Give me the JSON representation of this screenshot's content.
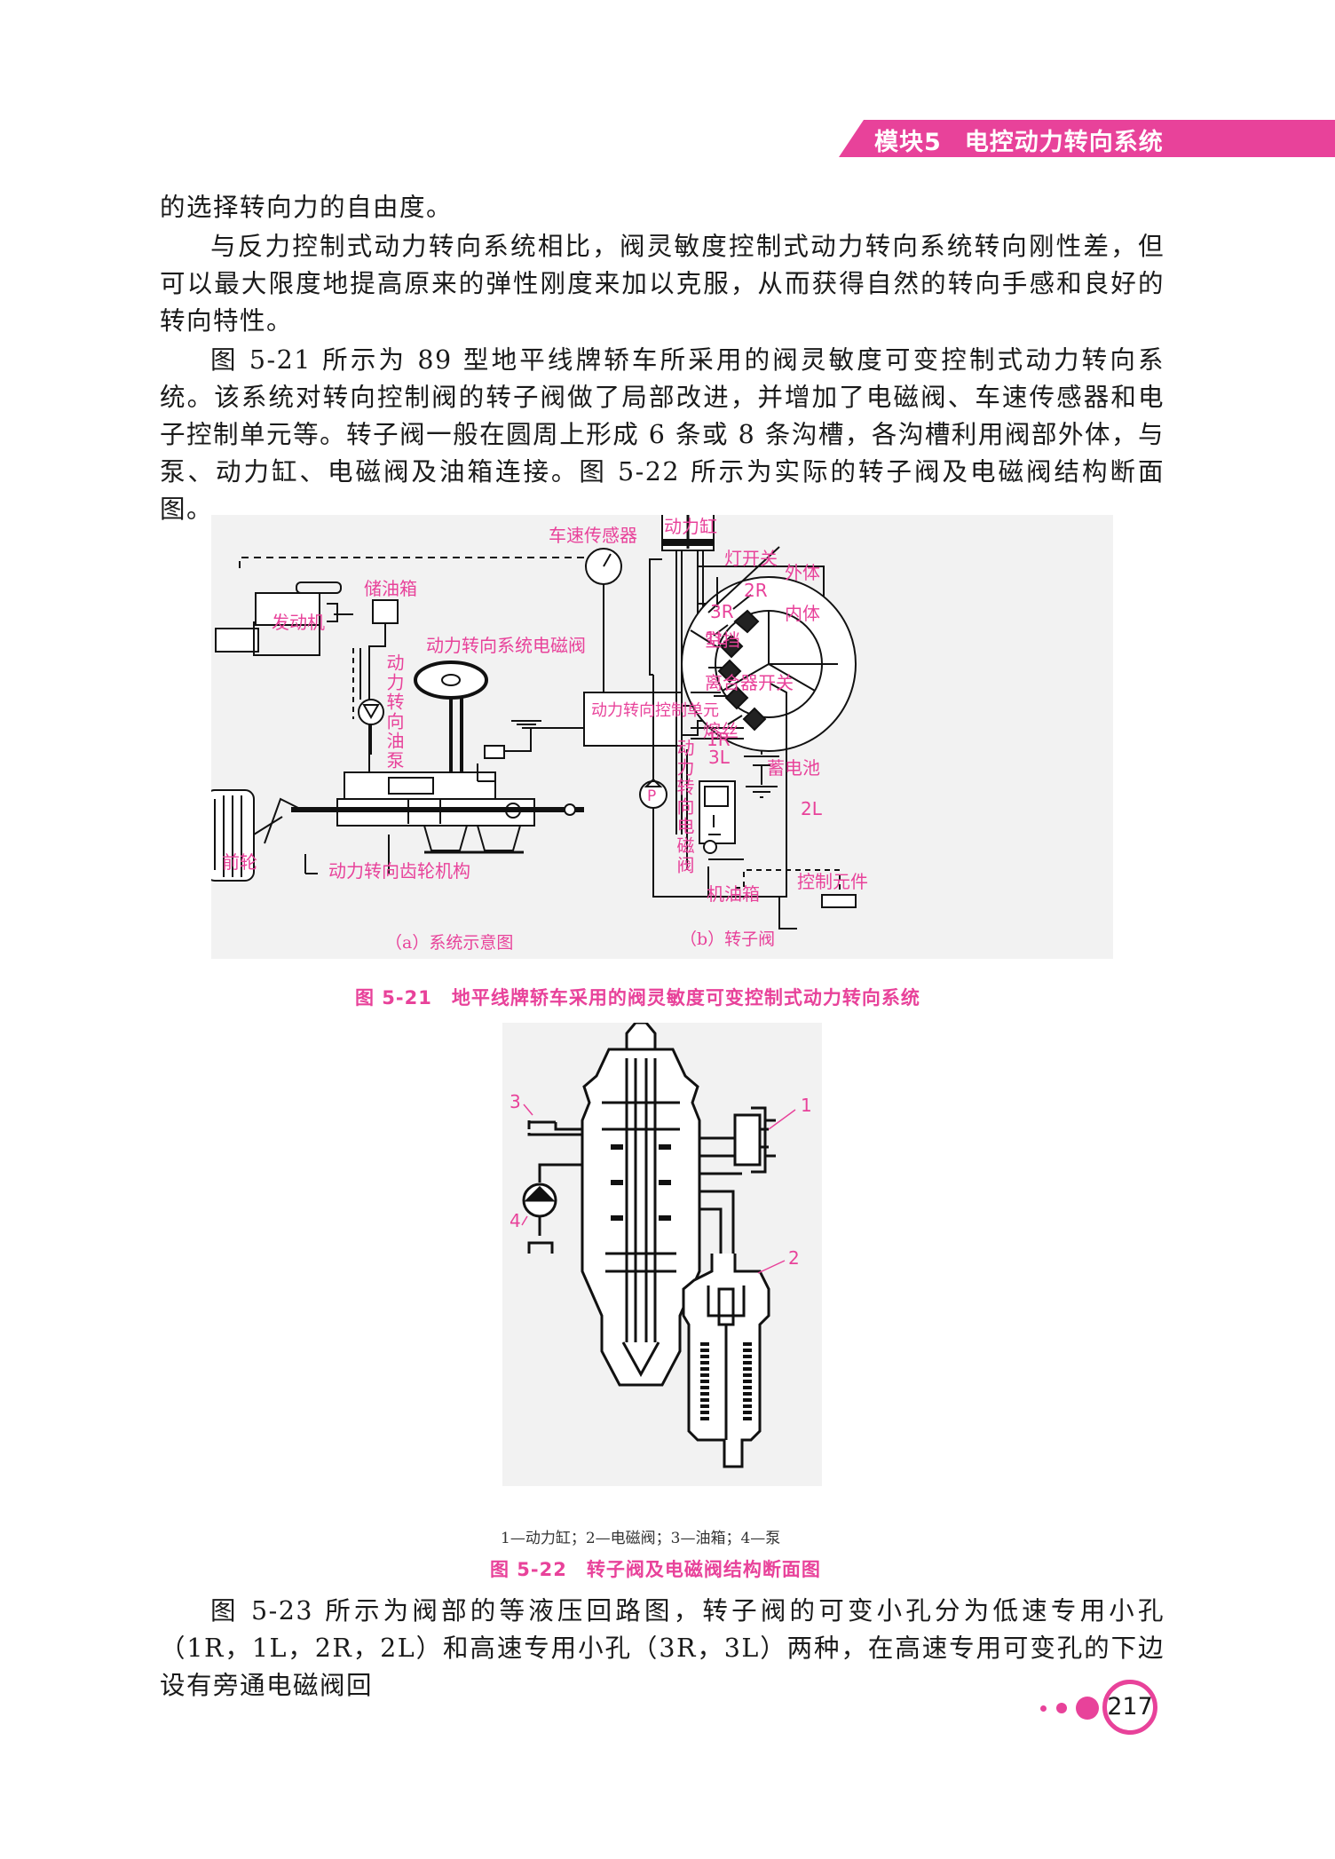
{
  "header": {
    "module": "模块5",
    "title": "电控动力转向系统"
  },
  "paragraphs": [
    "的选择转向力的自由度。",
    "与反力控制式动力转向系统相比，阀灵敏度控制式动力转向系统转向刚性差，但可以最大限度地提高原来的弹性刚度来加以克服，从而获得自然的转向手感和良好的转向特性。",
    "图 5-21 所示为 89 型地平线牌轿车所采用的阀灵敏度可变控制式动力转向系统。该系统对转向控制阀的转子阀做了局部改进，并增加了电磁阀、车速传感器和电子控制单元等。转子阀一般在圆周上形成 6 条或 8 条沟槽，各沟槽利用阀部外体，与泵、动力缸、电磁阀及油箱连接。图 5-22 所示为实际的转子阀及电磁阀结构断面图。",
    "图 5-23 所示为阀部的等液压回路图，转子阀的可变小孔分为低速专用小孔（1R，1L，2R，2L）和高速专用小孔（3R，3L）两种，在高速专用可变孔的下边设有旁通电磁阀回"
  ],
  "fig21": {
    "labels": {
      "speed_sensor": "车速传感器",
      "light_switch": "灯开关",
      "oil_tank": "储油箱",
      "engine": "发动机",
      "ps_solenoid": "动力转向系统电磁阀",
      "pump": "动力转向油泵",
      "neutral": "空挡",
      "ecu": "动力转向控制单元",
      "clutch_switch": "离合器开关",
      "fuse": "熔丝",
      "battery": "蓄电池",
      "front_wheel": "前轮",
      "gear": "动力转向齿轮机构",
      "cylinder": "动力缸",
      "outer": "外体",
      "inner": "内体",
      "r2": "2R",
      "r3": "3R",
      "l1": "1L",
      "r1": "1R",
      "l3": "3L",
      "l2": "2L",
      "ps_valve": "动力转向电磁阀",
      "p": "P",
      "oil_box": "机油箱",
      "control": "控制元件"
    },
    "sub_a": "（a）系统示意图",
    "sub_b": "（b）转子阀",
    "caption": "图 5-21　地平线牌轿车采用的阀灵敏度可变控制式动力转向系统"
  },
  "fig22": {
    "callouts": [
      "1",
      "2",
      "3",
      "4"
    ],
    "legend": "1—动力缸；2—电磁阀；3—油箱；4—泵",
    "caption": "图 5-22　转子阀及电磁阀结构断面图"
  },
  "page_number": "217",
  "colors": {
    "accent": "#e8429a",
    "figure_bg": "#f2f2f2"
  }
}
